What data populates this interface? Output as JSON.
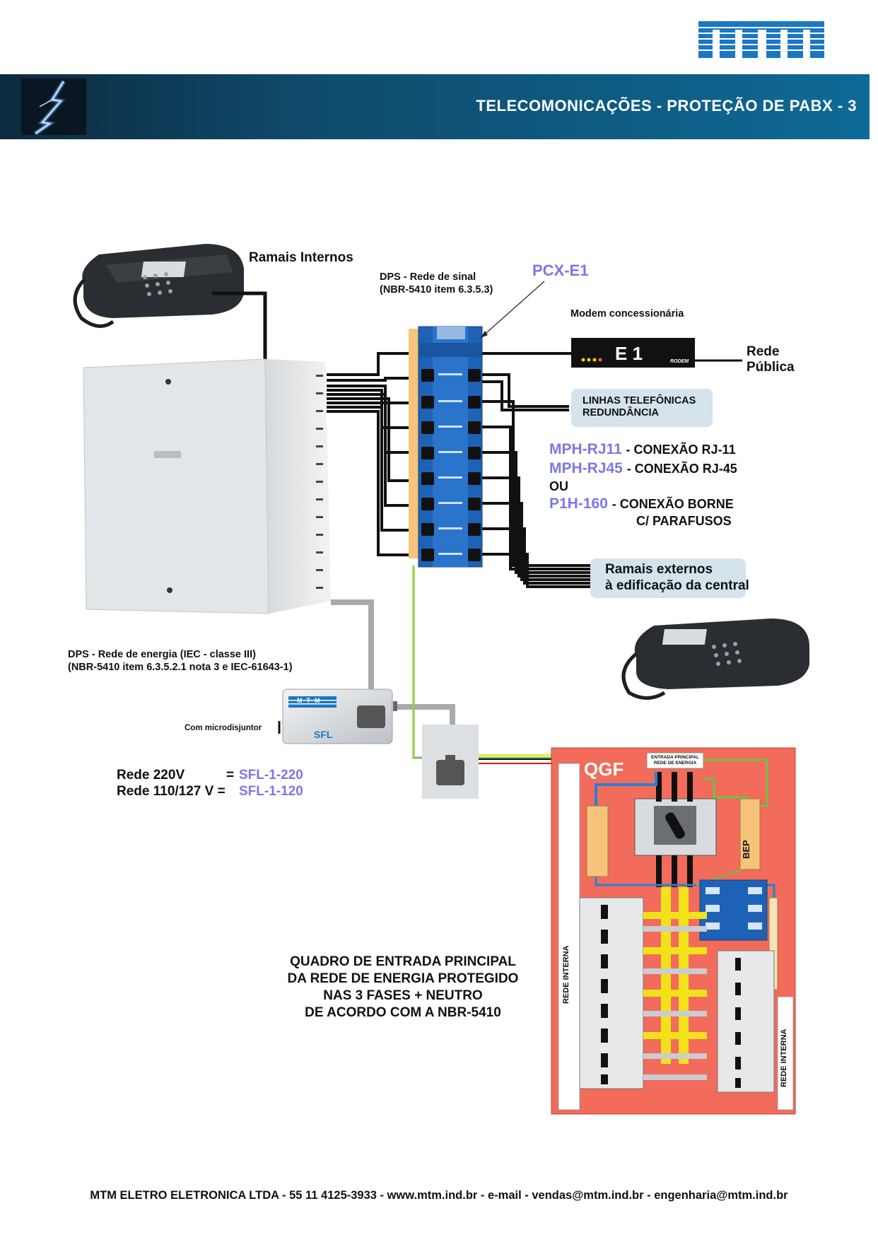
{
  "header": {
    "logo_text": "MTM",
    "title": "TELECOMONICAÇÕES - PROTEÇÃO DE PABX - 3"
  },
  "labels": {
    "ramais_internos": "Ramais Internos",
    "dps_sinal_line1": "DPS - Rede de sinal",
    "dps_sinal_line2": "(NBR-5410 item 6.3.5.3)",
    "pcx": "PCX-E1",
    "modem": "Modem concessionária",
    "modem_display": "E 1",
    "modem_brand": "RODEM",
    "rede_publica_1": "Rede",
    "rede_publica_2": "Pública",
    "linhas_1": "LINHAS TELEFÔNICAS",
    "linhas_2": "REDUNDÂNCIA",
    "mph_rj11": "MPH-RJ11",
    "mph_rj11_desc": "- CONEXÃO RJ-11",
    "mph_rj45": "MPH-RJ45",
    "mph_rj45_desc": "- CONEXÃO RJ-45",
    "ou": "OU",
    "p1h": "P1H-160",
    "p1h_desc": "- CONEXÃO BORNE",
    "p1h_desc2": "C/ PARAFUSOS",
    "ramais_ext_1": "Ramais externos",
    "ramais_ext_2": "à edificação da central",
    "dps_energia_1": "DPS - Rede de energia (IEC - classe III)",
    "dps_energia_2": "(NBR-5410 item 6.3.5.2.1 nota 3 e IEC-61643-1)",
    "microdisjuntor": "Com microdisjuntor",
    "sfl": "SFL",
    "sfl_logo": "MTM",
    "rede220": "Rede 220V",
    "rede220_eq": "=",
    "rede220_model": "SFL-1-220",
    "rede110": "Rede 110/127 V =",
    "rede110_model": "SFL-1-120",
    "qgf": "QGF",
    "entrada_1": "ENTRADA PRINCIPAL",
    "entrada_2": "REDE DE ENERGIA",
    "bep": "BEP",
    "rede_interna": "REDE INTERNA",
    "quadro_1": "QUADRO DE ENTRADA PRINCIPAL",
    "quadro_2": "DA REDE DE ENERGIA PROTEGIDO",
    "quadro_3": "NAS 3 FASES + NEUTRO",
    "quadro_4": "DE ACORDO COM A NBR-5410"
  },
  "colors": {
    "header_dark": "#0d2a3f",
    "header_light": "#0e6a97",
    "model_blue": "#7b78e6",
    "panel_red": "#f26b5b",
    "dps_blue": "#1e62b8",
    "ground_green": "#5fbf3f"
  },
  "footer": "MTM ELETRO ELETRONICA LTDA - 55 11 4125-3933 - www.mtm.ind.br - e-mail - vendas@mtm.ind.br - engenharia@mtm.ind.br"
}
